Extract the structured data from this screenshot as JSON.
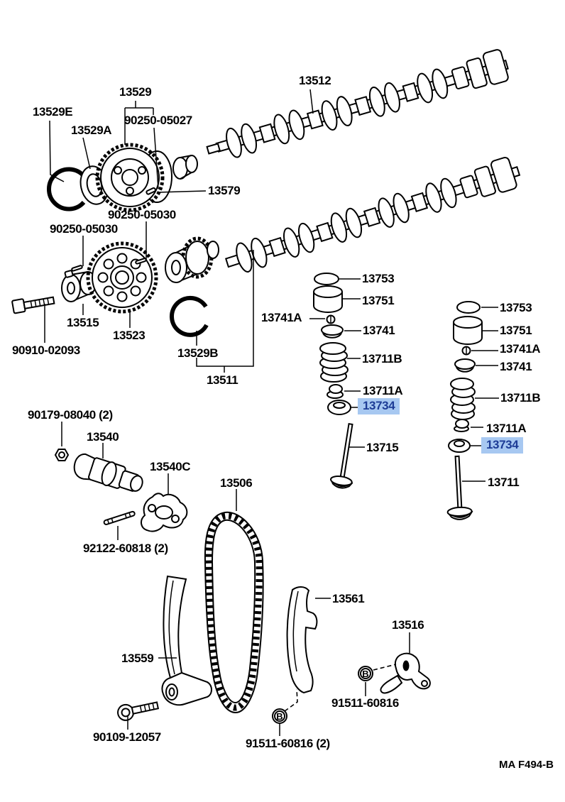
{
  "diagram_code": "MA F494-B",
  "bolt_symbol": "B",
  "highlight": {
    "background": "#A7C8F1",
    "text_color": "#1D3C96"
  },
  "labels": [
    {
      "id": "13529E",
      "text": "13529E"
    },
    {
      "id": "13529",
      "text": "13529"
    },
    {
      "id": "90250-05027",
      "text": "90250-05027"
    },
    {
      "id": "13529A",
      "text": "13529A"
    },
    {
      "id": "13512",
      "text": "13512"
    },
    {
      "id": "13579",
      "text": "13579"
    },
    {
      "id": "90250-05030-upper",
      "text": "90250-05030"
    },
    {
      "id": "90250-05030-lower",
      "text": "90250-05030"
    },
    {
      "id": "13515",
      "text": "13515"
    },
    {
      "id": "13523",
      "text": "13523"
    },
    {
      "id": "90910-02093",
      "text": "90910-02093"
    },
    {
      "id": "13529B",
      "text": "13529B"
    },
    {
      "id": "13511",
      "text": "13511"
    },
    {
      "id": "13741A-mid",
      "text": "13741A"
    },
    {
      "id": "13753-mid",
      "text": "13753"
    },
    {
      "id": "13751-mid",
      "text": "13751"
    },
    {
      "id": "13741-mid",
      "text": "13741"
    },
    {
      "id": "13711B-mid",
      "text": "13711B"
    },
    {
      "id": "13711A-mid",
      "text": "13711A"
    },
    {
      "id": "13734-mid",
      "text": "13734",
      "highlighted": true
    },
    {
      "id": "13715",
      "text": "13715"
    },
    {
      "id": "13753-right",
      "text": "13753"
    },
    {
      "id": "13751-right",
      "text": "13751"
    },
    {
      "id": "13741A-right",
      "text": "13741A"
    },
    {
      "id": "13741-right",
      "text": "13741"
    },
    {
      "id": "13711B-right",
      "text": "13711B"
    },
    {
      "id": "13711A-right",
      "text": "13711A"
    },
    {
      "id": "13734-right",
      "text": "13734",
      "highlighted": true
    },
    {
      "id": "13711-right",
      "text": "13711"
    },
    {
      "id": "90179-08040",
      "text": "90179-08040 (2)"
    },
    {
      "id": "13540",
      "text": "13540"
    },
    {
      "id": "13540C",
      "text": "13540C"
    },
    {
      "id": "13506",
      "text": "13506"
    },
    {
      "id": "92122-60818",
      "text": "92122-60818 (2)"
    },
    {
      "id": "13559",
      "text": "13559"
    },
    {
      "id": "13561",
      "text": "13561"
    },
    {
      "id": "13516",
      "text": "13516"
    },
    {
      "id": "91511-60816-right",
      "text": "91511-60816"
    },
    {
      "id": "91511-60816-2",
      "text": "91511-60816 (2)"
    },
    {
      "id": "90109-12057",
      "text": "90109-12057"
    }
  ]
}
